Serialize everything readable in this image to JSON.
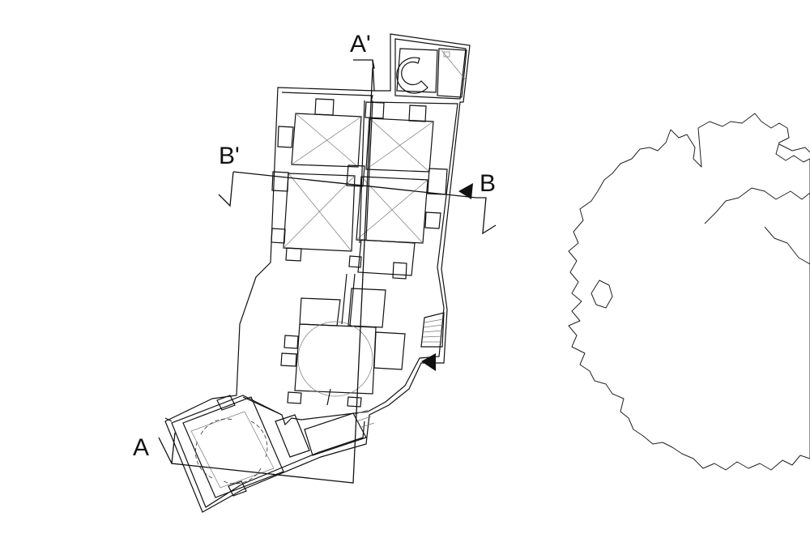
{
  "section_labels": {
    "a_prime": "A'",
    "a": "A",
    "b_prime": "B'",
    "b": "B"
  },
  "colors": {
    "line": "#111111",
    "background": "#ffffff"
  }
}
